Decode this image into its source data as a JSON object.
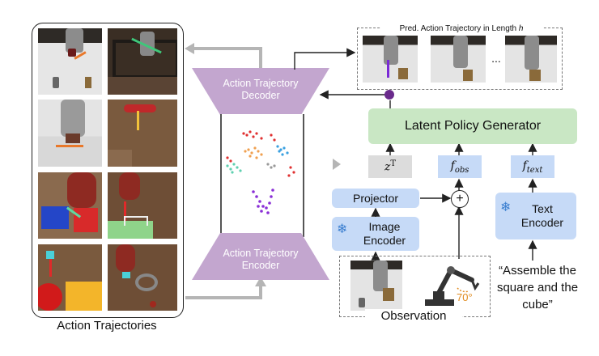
{
  "left_panel": {
    "caption": "Action Trajectories"
  },
  "trajectory_model": {
    "decoder_label": "Action Trajectory Decoder",
    "encoder_label": "Action Trajectory Encoder"
  },
  "prediction": {
    "title": "Pred. Action Trajectory in Length h",
    "ellipsis": "..."
  },
  "policy": {
    "generator_label": "Latent Policy Generator",
    "z_label": "z^T",
    "f_obs_label": "f_obs",
    "f_text_label": "f_text",
    "projector_label": "Projector",
    "image_encoder_label": "Image Encoder",
    "text_encoder_label": "Text Encoder",
    "sum_symbol": "+",
    "instruction": "“Assemble the square and the cube”",
    "observation_label": "Observation",
    "angle_label": "70°"
  },
  "colors": {
    "purple_trapezoid": "#c3a6cf",
    "encoder_blue": "#c6daf7",
    "generator_green": "#c9e7c4",
    "latent_gray": "#dcdcdc",
    "latent_dot": "#6a2a8c",
    "angle_orange": "#e08a1e",
    "arrow_gray": "#b5b5b5"
  }
}
